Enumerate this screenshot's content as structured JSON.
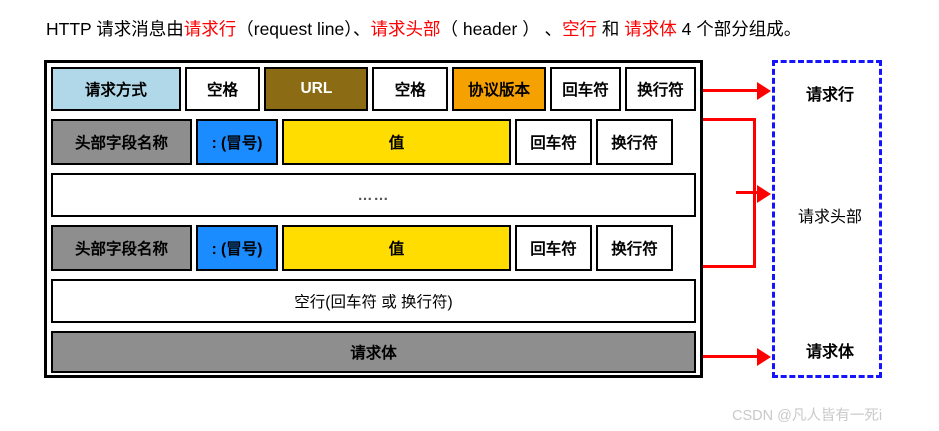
{
  "caption": {
    "seg1": "HTTP 请求消息由",
    "seg2_red": "请求行",
    "seg3": "（request line）、",
    "seg4_red": "请求头部",
    "seg5": "（ header ） 、",
    "seg6_red": "空行",
    "seg7": " 和 ",
    "seg8_red": "请求体",
    "seg9": " 4 个部分组成。"
  },
  "colors": {
    "accent_red": "#ff0000",
    "method_blue": "#b0d8e8",
    "url_brown": "#8b6b14",
    "version_orange": "#f5a100",
    "header_gray": "#8e8e8e",
    "colon_blue": "#1a8cff",
    "value_yellow": "#ffdd00",
    "group_box_blue": "#1414ff",
    "body_gray": "#8e8e8e",
    "watermark_gray": "#c9c9c9"
  },
  "diagram": {
    "rows": [
      {
        "name": "request-line",
        "cells": [
          {
            "label": "请求方式",
            "style": "c-blue",
            "w": "w-method"
          },
          {
            "label": "空格",
            "style": "c-white",
            "w": "w-sp1"
          },
          {
            "label": "URL",
            "style": "c-brown",
            "w": "w-url"
          },
          {
            "label": "空格",
            "style": "c-white",
            "w": "w-sp2"
          },
          {
            "label": "协议版本",
            "style": "c-orange",
            "w": "w-ver"
          },
          {
            "label": "回车符",
            "style": "c-white",
            "w": "w-cr"
          },
          {
            "label": "换行符",
            "style": "c-white",
            "w": "w-lf"
          }
        ]
      },
      {
        "name": "header-field-1",
        "cells": [
          {
            "label": "头部字段名称",
            "style": "c-gray",
            "w": "w-hname"
          },
          {
            "label": ": (冒号)",
            "style": "c-dblue",
            "w": "w-colon"
          },
          {
            "label": "值",
            "style": "c-yellow",
            "w": "w-val"
          },
          {
            "label": "回车符",
            "style": "c-white",
            "w": "w-hcr"
          },
          {
            "label": "换行符",
            "style": "c-white",
            "w": "w-hlf"
          }
        ]
      },
      {
        "name": "ellipsis",
        "full": "……"
      },
      {
        "name": "header-field-n",
        "cells": [
          {
            "label": "头部字段名称",
            "style": "c-gray",
            "w": "w-hname"
          },
          {
            "label": ": (冒号)",
            "style": "c-dblue",
            "w": "w-colon"
          },
          {
            "label": "值",
            "style": "c-yellow",
            "w": "w-val"
          },
          {
            "label": "回车符",
            "style": "c-white",
            "w": "w-hcr"
          },
          {
            "label": "换行符",
            "style": "c-white",
            "w": "w-hlf"
          }
        ]
      },
      {
        "name": "blank-line",
        "full": "空行(回车符 或 换行符)"
      },
      {
        "name": "request-body",
        "full": "请求体"
      }
    ],
    "row_labels": {
      "request_line": "请求方式",
      "space_1": "空格",
      "url": "URL",
      "space_2": "空格",
      "version": "协议版本",
      "cr_1": "回车符",
      "lf_1": "换行符",
      "header_name_1": "头部字段名称",
      "colon_1": ": (冒号)",
      "value_1": "值",
      "cr_2": "回车符",
      "lf_2": "换行符",
      "ellipsis": "……",
      "header_name_2": "头部字段名称",
      "colon_2": ": (冒号)",
      "value_2": "值",
      "cr_3": "回车符",
      "lf_3": "换行符",
      "blank_line": "空行(回车符 或 换行符)",
      "request_body": "请求体"
    }
  },
  "group_box": {
    "labels": {
      "request_line": "请求行",
      "request_header": "请求头部",
      "request_body": "请求体"
    }
  },
  "watermark": {
    "text": "CSDN @凡人皆有一死i"
  }
}
